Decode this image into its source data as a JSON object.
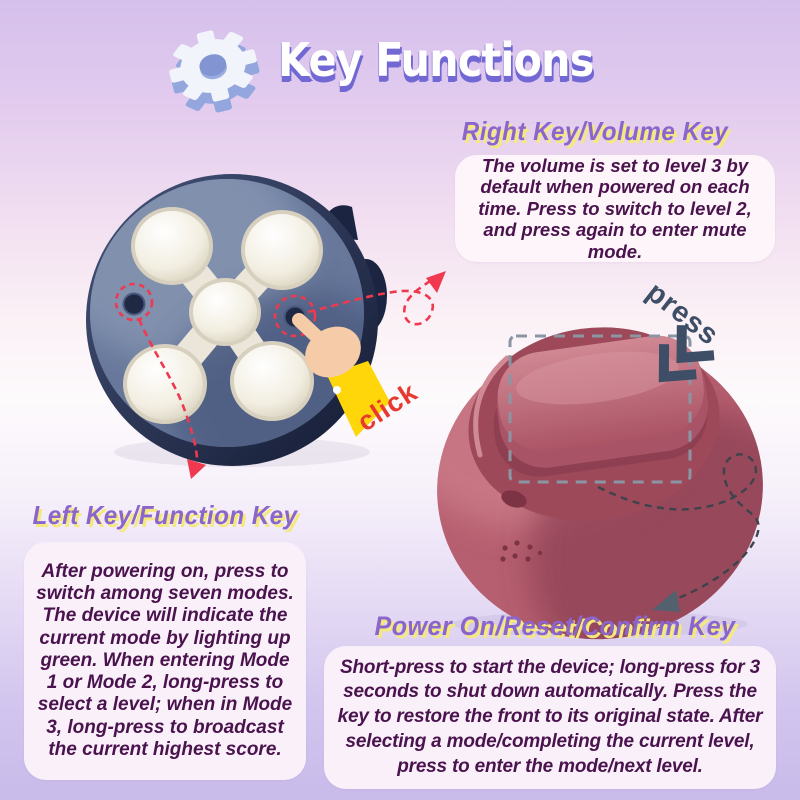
{
  "page": {
    "title": "Key Functions"
  },
  "sections": {
    "right_key": {
      "heading": "Right Key/Volume Key",
      "body": "The volume is set to level 3 by default when powered on each time. Press to switch to level 2, and press again to enter mute mode."
    },
    "left_key": {
      "heading": "Left Key/Function Key",
      "body": "After powering on, press to switch among seven modes. The device will indicate the current mode by lighting up green. When entering Mode 1 or Mode 2, long-press to select a level; when in Mode 3, long-press to broadcast the current highest score."
    },
    "power_key": {
      "heading": "Power On/Reset/Confirm Key",
      "body": "Short-press to start the device; long-press for 3 seconds to shut down automatically. Press the key to restore the front to its original state. After selecting a mode/completing the current level, press to enter the mode/next level."
    }
  },
  "annotations": {
    "click_label": "click",
    "press_label": "press"
  },
  "icons": {
    "gear": "gear-icon",
    "pointing_hand": "pointing-hand-icon",
    "double_chevron": "double-chevron-down-icon"
  },
  "colors": {
    "heading_purple": "#8a66cc",
    "heading_shadow_yellow": "#f5e87d",
    "title_white": "#ffffff",
    "title_shadow_purple": "#7268d4",
    "body_text_plum": "#4a134e",
    "click_red": "#e7392f",
    "press_slate": "#3d4e66",
    "arrow_red": "#f0384f",
    "dashed_gray": "#8a96a4",
    "loop_arrow_dark": "#3c434c",
    "device_navy": "#2b3553",
    "device_face_slate": "#68789b",
    "dome_ivory": "#f2eee2",
    "device_pink": "#b65f70",
    "sleeve_yellow": "#ffd60a",
    "hand_skin": "#f6cba8"
  }
}
